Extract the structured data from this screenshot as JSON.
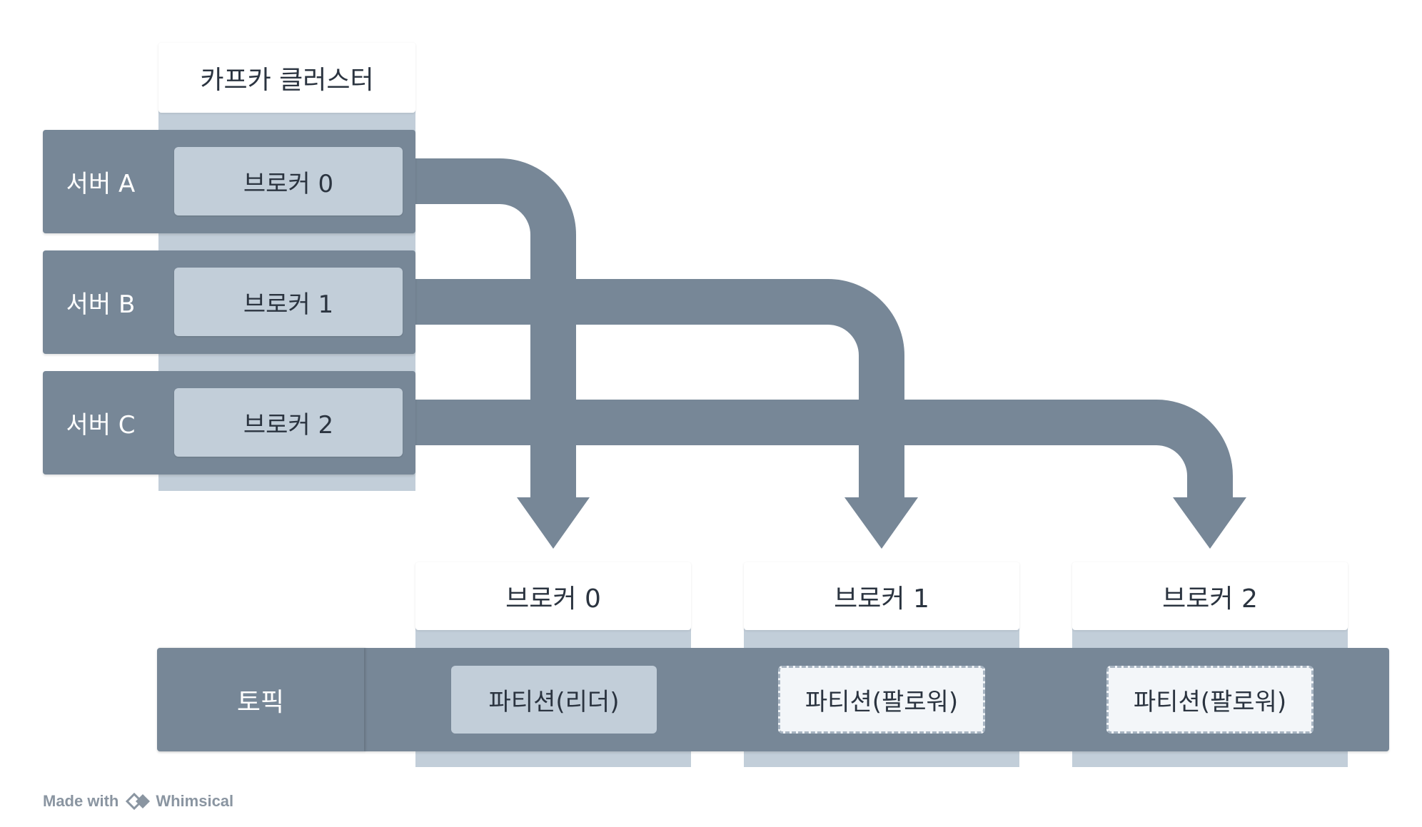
{
  "cluster": {
    "title": "카프카 클러스터",
    "servers": [
      {
        "label": "서버 A",
        "broker": "브로커 0"
      },
      {
        "label": "서버 B",
        "broker": "브로커 1"
      },
      {
        "label": "서버 C",
        "broker": "브로커 2"
      }
    ]
  },
  "brokers": [
    {
      "title": "브로커 0",
      "partition": "파티션(리더)",
      "role": "leader"
    },
    {
      "title": "브로커 1",
      "partition": "파티션(팔로워)",
      "role": "follower"
    },
    {
      "title": "브로커 2",
      "partition": "파티션(팔로워)",
      "role": "follower"
    }
  ],
  "topic": {
    "label": "토픽"
  },
  "colors": {
    "dark": "#778797",
    "pale": "#c2ced9",
    "text": "#2b3440",
    "follower_fill": "#f3f6f9"
  },
  "footer": {
    "made_with": "Made with",
    "brand": "Whimsical",
    "logo_icon": "whimsical-logo-icon"
  }
}
